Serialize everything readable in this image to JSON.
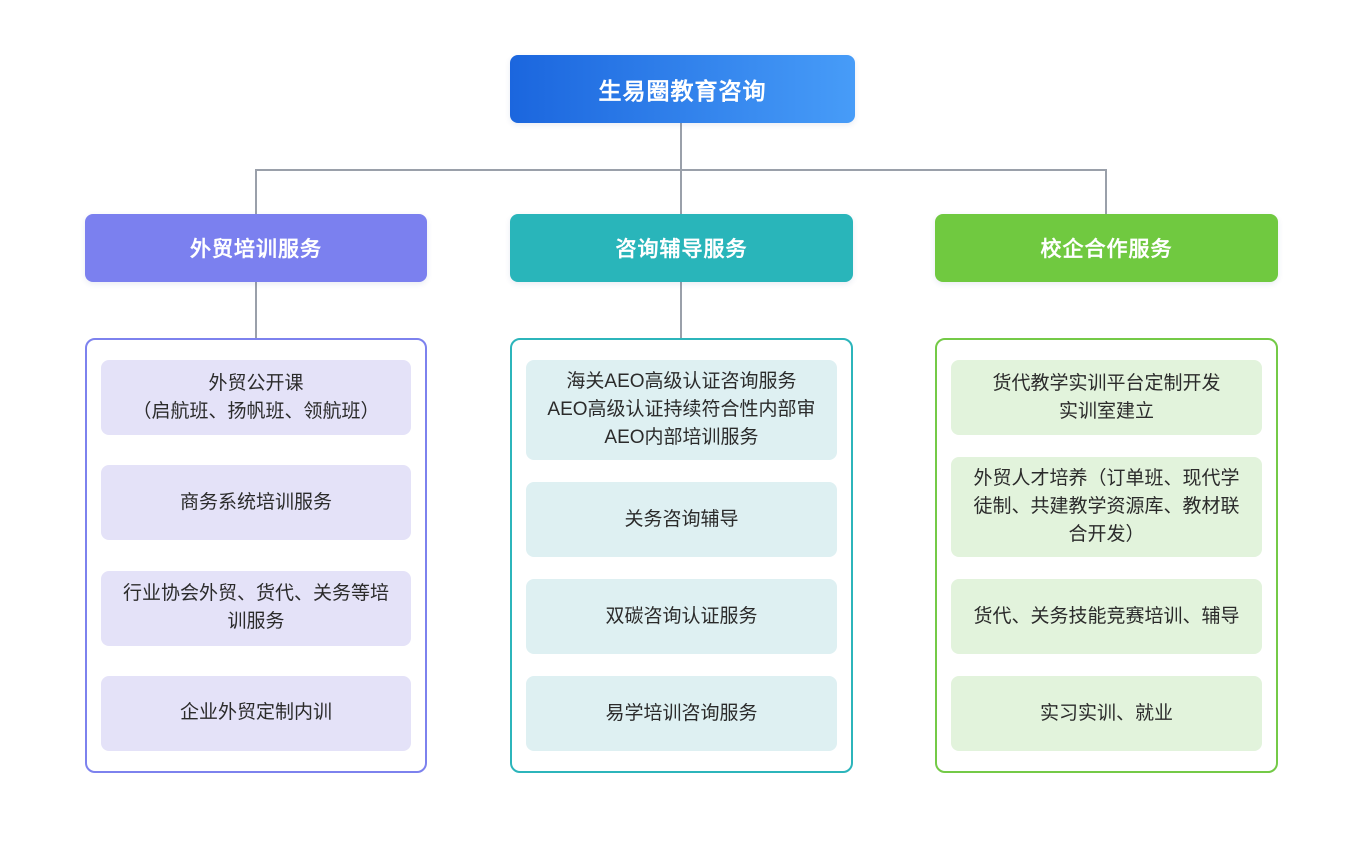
{
  "title": "生易圈教育咨询组织结构图",
  "background_color": "#ffffff",
  "connector_color": "#9aa0aa",
  "root": {
    "label": "生易圈教育咨询",
    "gradient": "linear-gradient(90deg, #1b66de, #479cf8)",
    "gradient_start": "#1b66de",
    "gradient_end": "#479cf8",
    "text_color": "#ffffff"
  },
  "branches": [
    {
      "label": "外贸培训服务",
      "header_color": "#7b80ef",
      "border_color": "#7d82ee",
      "item_bg": "#e4e2f8",
      "items": [
        "外贸公开课\n（启航班、扬帆班、领航班）",
        "商务系统培训服务",
        "行业协会外贸、货代、关务等培\n训服务",
        "企业外贸定制内训"
      ]
    },
    {
      "label": "咨询辅导服务",
      "header_color": "#29b5ba",
      "border_color": "#2cb5bb",
      "item_bg": "#def0f2",
      "items": [
        "海关AEO高级认证咨询服务\nAEO高级认证持续符合性内部审\nAEO内部培训服务",
        "关务咨询辅导",
        "双碳咨询认证服务",
        "易学培训咨询服务"
      ]
    },
    {
      "label": "校企合作服务",
      "header_color": "#70c940",
      "border_color": "#74ca47",
      "item_bg": "#e2f3dc",
      "items": [
        "货代教学实训平台定制开发\n实训室建立",
        "外贸人才培养（订单班、现代学\n徒制、共建教学资源库、教材联\n合开发）",
        "货代、关务技能竞赛培训、辅导",
        "实习实训、就业"
      ]
    }
  ]
}
